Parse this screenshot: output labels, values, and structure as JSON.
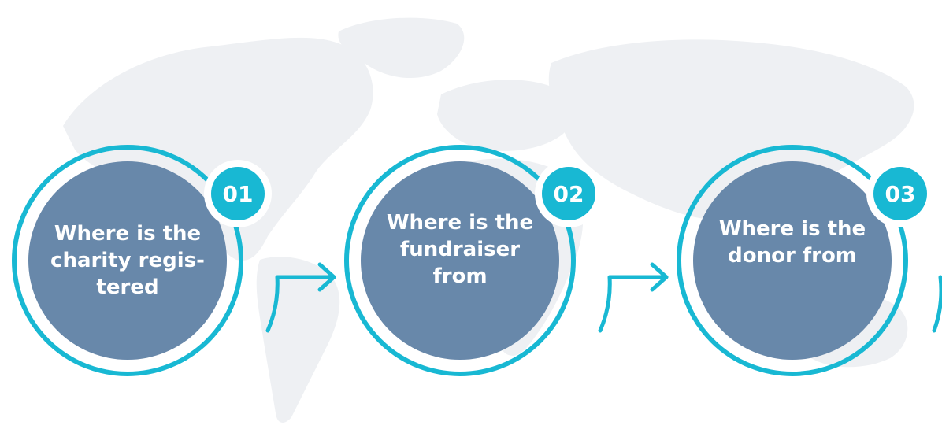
{
  "accent_color": "#18b8d3",
  "disc_color": "#6888aa",
  "map_color": "#eceef1",
  "steps": [
    {
      "number": "01",
      "label": "Where is the\ncharity regis-\ntered"
    },
    {
      "number": "02",
      "label": "Where is the\nfundraiser\nfrom"
    },
    {
      "number": "03",
      "label": "Where is the\ndonor from"
    }
  ],
  "icons": [
    "arrow-right-icon",
    "arrow-right-icon"
  ]
}
